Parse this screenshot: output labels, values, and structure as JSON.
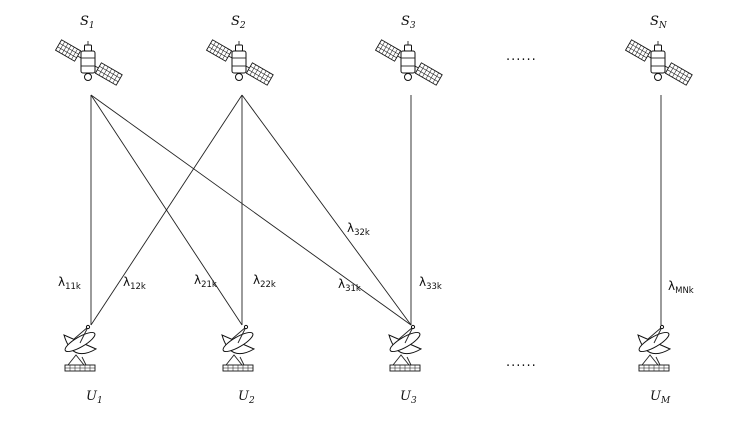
{
  "satellites": [
    {
      "name": "S",
      "sub": "1"
    },
    {
      "name": "S",
      "sub": "2"
    },
    {
      "name": "S",
      "sub": "3"
    },
    {
      "name": "S",
      "sub": "N"
    }
  ],
  "users": [
    {
      "name": "U",
      "sub": "1"
    },
    {
      "name": "U",
      "sub": "2"
    },
    {
      "name": "U",
      "sub": "3"
    },
    {
      "name": "U",
      "sub": "M"
    }
  ],
  "links": [
    {
      "from": "S1",
      "to": "U1",
      "symbol": "λ",
      "sub": "11k"
    },
    {
      "from": "S2",
      "to": "U1",
      "symbol": "λ",
      "sub": "12k"
    },
    {
      "from": "S1",
      "to": "U2",
      "symbol": "λ",
      "sub": "21k"
    },
    {
      "from": "S2",
      "to": "U2",
      "symbol": "λ",
      "sub": "22k"
    },
    {
      "from": "S1",
      "to": "U3",
      "symbol": "λ",
      "sub": "31k"
    },
    {
      "from": "S2",
      "to": "U3",
      "symbol": "λ",
      "sub": "32k"
    },
    {
      "from": "S3",
      "to": "U3",
      "symbol": "λ",
      "sub": "33k"
    },
    {
      "from": "SN",
      "to": "UM",
      "symbol": "λ",
      "sub": "MNk"
    }
  ],
  "ellipsis": "......"
}
